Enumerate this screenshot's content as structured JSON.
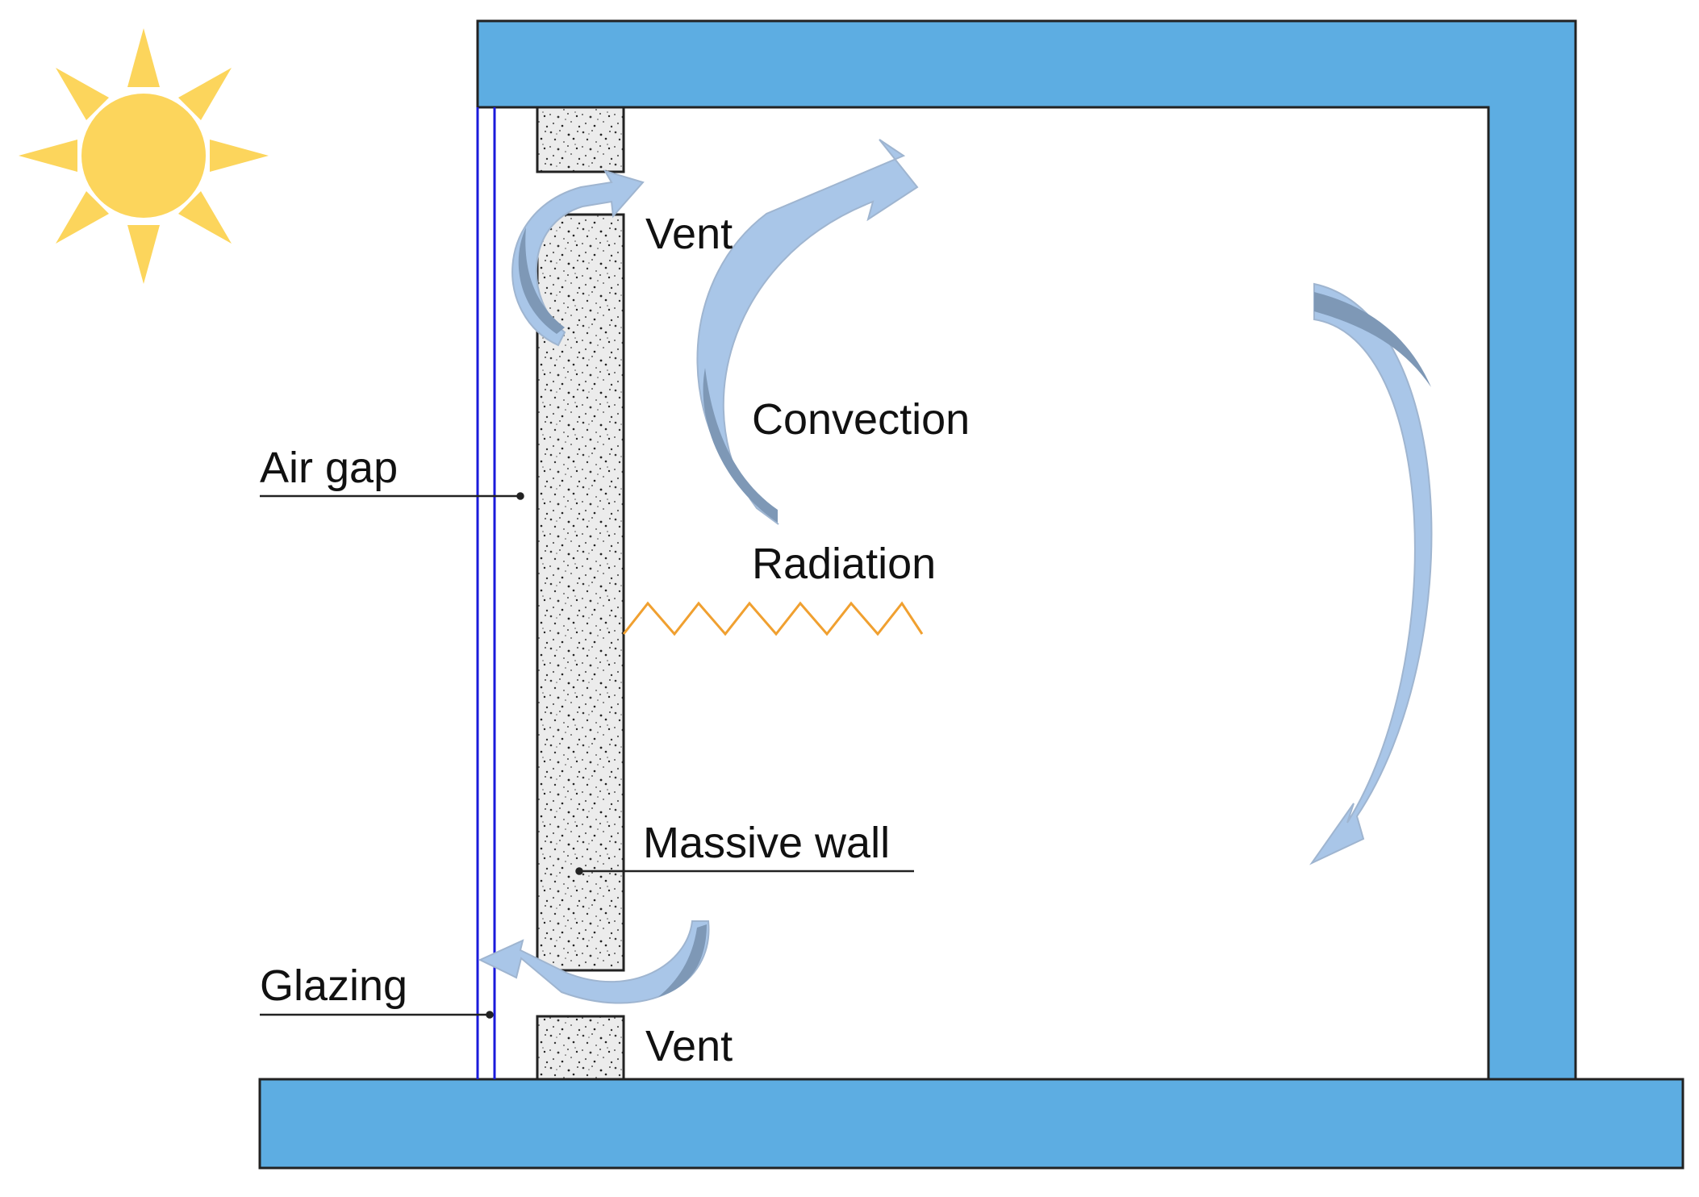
{
  "labels": {
    "vent_top": "Vent",
    "convection": "Convection",
    "radiation": "Radiation",
    "air_gap": "Air gap",
    "massive_wall": "Massive wall",
    "glazing": "Glazing",
    "vent_bottom": "Vent"
  },
  "icons": [
    "sun-icon"
  ],
  "colors": {
    "structure": "#5dade2",
    "sun": "#fcd55c",
    "glazing": "#1a1adb",
    "airflow": "#a9c6e8",
    "airflow_shadow": "#7e98b6",
    "radiation": "#f0a030",
    "wall_fill": "#ececec",
    "outline": "#222222"
  }
}
